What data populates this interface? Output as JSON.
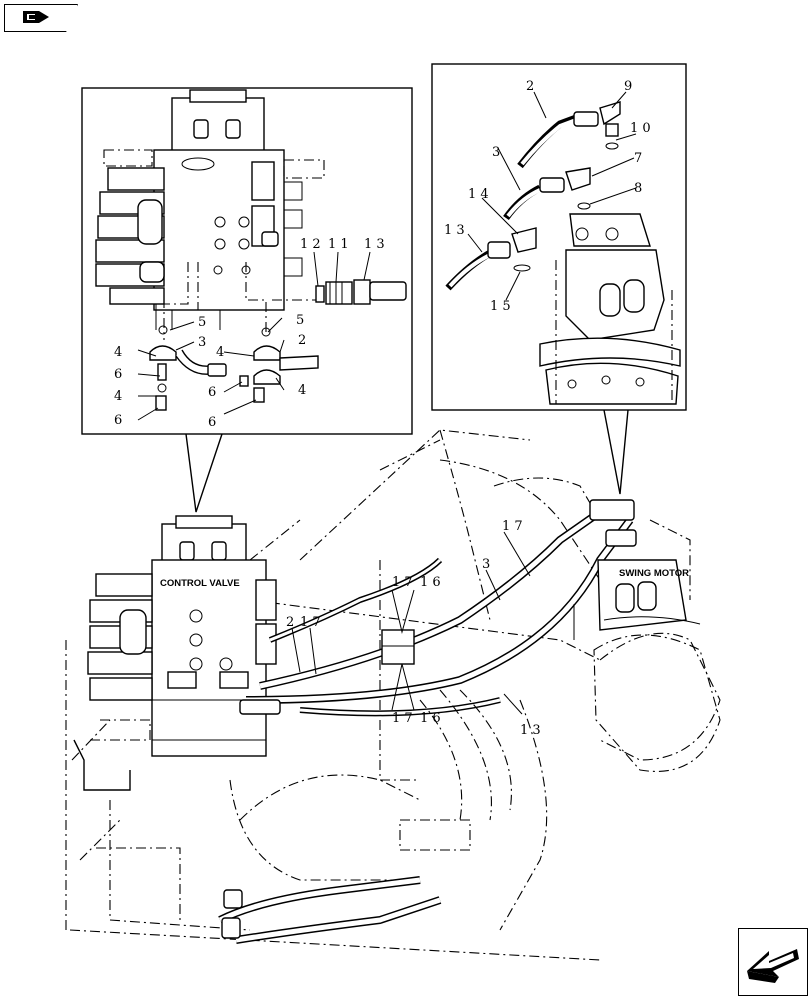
{
  "labels": {
    "control_valve": "CONTROL VALVE",
    "swing_motor": "SWING MOTOR"
  },
  "callouts": {
    "c2": "2",
    "c3": "3",
    "c4": "4",
    "c5": "5",
    "c6": "6",
    "c7": "7",
    "c8": "8",
    "c9": "9",
    "c10": "1 0",
    "c11": "1 1",
    "c12": "1 2",
    "c13": "1 3",
    "c14": "1 4",
    "c15": "1 5",
    "c16": "1 6",
    "c17": "1 7"
  },
  "icons": {
    "top_nav": "book-arrow-icon",
    "bottom_nav": "diagonal-arrow-icon"
  }
}
